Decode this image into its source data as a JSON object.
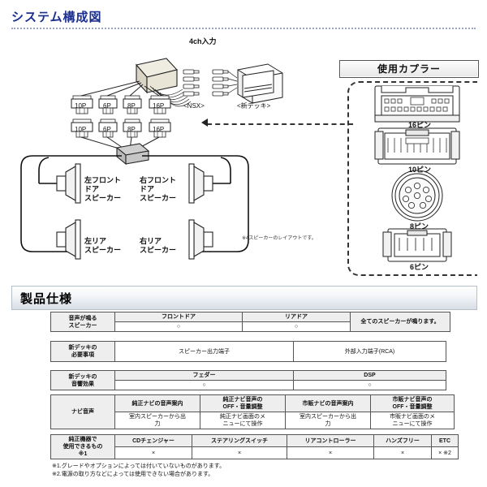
{
  "section1": {
    "title": "システム構成図"
  },
  "diagram": {
    "input_label": "4ch入力",
    "harness_label": "<NSX>",
    "deck_label": "<新デッキ>",
    "connectors_top": [
      "10P",
      "6P",
      "8P",
      "16P"
    ],
    "connectors_bottom": [
      "10P",
      "6P",
      "8P",
      "16P"
    ],
    "speakers": [
      {
        "name": "left-front-door-speaker",
        "lines": [
          "左フロント",
          "ドア",
          "スピーカー"
        ]
      },
      {
        "name": "right-front-door-speaker",
        "lines": [
          "右フロント",
          "ドア",
          "スピーカー"
        ]
      },
      {
        "name": "left-rear-speaker",
        "lines": [
          "左リア",
          "スピーカー"
        ]
      },
      {
        "name": "right-rear-speaker",
        "lines": [
          "右リア",
          "スピーカー"
        ]
      }
    ],
    "speaker_note": "※4スピーカーのレイアウトです。",
    "coupler_panel": {
      "title": "使用カプラー",
      "pins": [
        "16ピン",
        "10ピン",
        "8ピン",
        "6ピン"
      ]
    }
  },
  "section2": {
    "title": "製品仕様"
  },
  "spec_tables": {
    "table1": {
      "row_header": "音声が鳴る\nスピーカー",
      "row_header_lines": [
        "音声が鳴る",
        "スピーカー"
      ],
      "headers": [
        "フロントドア",
        "リアドア"
      ],
      "values": [
        "○",
        "○"
      ],
      "note_cell": "全てのスピーカーが鳴ります。"
    },
    "table2": {
      "row_header_lines": [
        "新デッキの",
        "必要事項"
      ],
      "cells": [
        "スピーカー出力端子",
        "外部入力端子(RCA)"
      ]
    },
    "table3": {
      "row_header_lines": [
        "新デッキの",
        "音響効果"
      ],
      "headers": [
        "フェダー",
        "DSP"
      ],
      "values": [
        "○",
        "○"
      ]
    },
    "table4": {
      "row_header": "ナビ音声",
      "headers": [
        "純正ナビの音声案内",
        "純正ナビ音声の\nOFF・音量調整",
        "市販ナビの音声案内",
        "市販ナビ音声の\nOFF・音量調整"
      ],
      "headers_lines": [
        [
          "純正ナビの音声案内"
        ],
        [
          "純正ナビ音声の",
          "OFF・音量調整"
        ],
        [
          "市販ナビの音声案内"
        ],
        [
          "市販ナビ音声の",
          "OFF・音量調整"
        ]
      ],
      "values_lines": [
        [
          "室内スピーカーから出",
          "力"
        ],
        [
          "純正ナビ画面のメ",
          "ニューにて操作"
        ],
        [
          "室内スピーカーから出",
          "力"
        ],
        [
          "市販ナビ画面のメ",
          "ニューにて操作"
        ]
      ]
    },
    "table5": {
      "row_header_lines": [
        "純正機器で",
        "使用できるもの",
        "※1"
      ],
      "headers": [
        "CDチェンジャー",
        "ステアリングスイッチ",
        "リアコントローラー",
        "ハンズフリー",
        "ETC"
      ],
      "values": [
        "×",
        "×",
        "×",
        "×",
        "× ※2"
      ]
    }
  },
  "footnotes": [
    "※1.グレードやオプションによっては付いていないものがあります。",
    "※2.電源の取り方などによっては使用できない場合があります。"
  ],
  "colors": {
    "heading_blue": "#1b2f8f",
    "rule": "#9aa6c8",
    "table_border": "#555555",
    "header_fill": "#eeeeee"
  }
}
